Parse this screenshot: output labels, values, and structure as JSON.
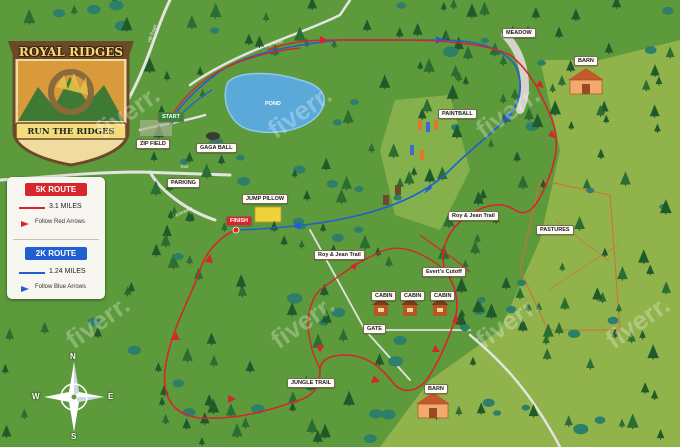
{
  "brand": {
    "title": "ROYAL RIDGES",
    "tagline": "RUN THE RIDGES",
    "colors": {
      "gold": "#f6d77a",
      "wood": "#6b4a2a"
    }
  },
  "legend": {
    "route_5k": {
      "label": "5K ROUTE",
      "distance": "3.1 MILES",
      "follow": "Follow Red Arrows",
      "color": "#d6262b"
    },
    "route_2k": {
      "label": "2K ROUTE",
      "distance": "1.24 MILES",
      "follow": "Follow Blue Arrows",
      "color": "#1f5fd1"
    }
  },
  "places": {
    "meadow": "MEADOW",
    "barn_north": "BARN",
    "barn_south": "BARN",
    "start": "START",
    "zip_field": "ZIP FIELD",
    "gaga_ball": "GAGA BALL",
    "pond": "POND",
    "paintball": "PAINTBALL",
    "parking": "PARKING",
    "exit": "Exit",
    "entrance": "Entrance",
    "jump_pillow": "JUMP PILLOW",
    "finish": "FINISH",
    "roy_jean_trail_east": "Roy & Jean Trail",
    "roy_jean_trail_west": "Roy & Jean Trail",
    "pastures": "PASTURES",
    "everts_cutoff": "Evert's Cutoff",
    "cabin_1": "CABIN",
    "cabin_2": "CABIN",
    "cabin_3": "CABIN",
    "gate": "GATE",
    "jungle_trail": "JUNGLE TRAIL"
  },
  "roads": {
    "road_a": "Hill Road",
    "road_b": "Hill Road"
  },
  "compass": {
    "n": "N",
    "s": "S",
    "e": "E",
    "w": "W"
  },
  "watermark": "fiverr."
}
